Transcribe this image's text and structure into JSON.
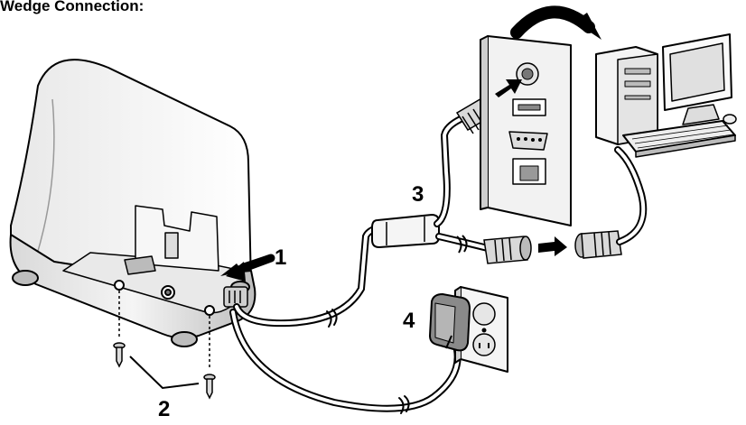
{
  "title": "Wedge Connection:",
  "callouts": [
    {
      "id": "1",
      "label": "1"
    },
    {
      "id": "2",
      "label": "2"
    },
    {
      "id": "3",
      "label": "3"
    },
    {
      "id": "4",
      "label": "4"
    }
  ],
  "colors": {
    "line": "#000000",
    "fill_light": "#f2f2f2",
    "fill_mid": "#cfcfcf",
    "fill_dark": "#8a8a8a",
    "background": "#ffffff"
  }
}
